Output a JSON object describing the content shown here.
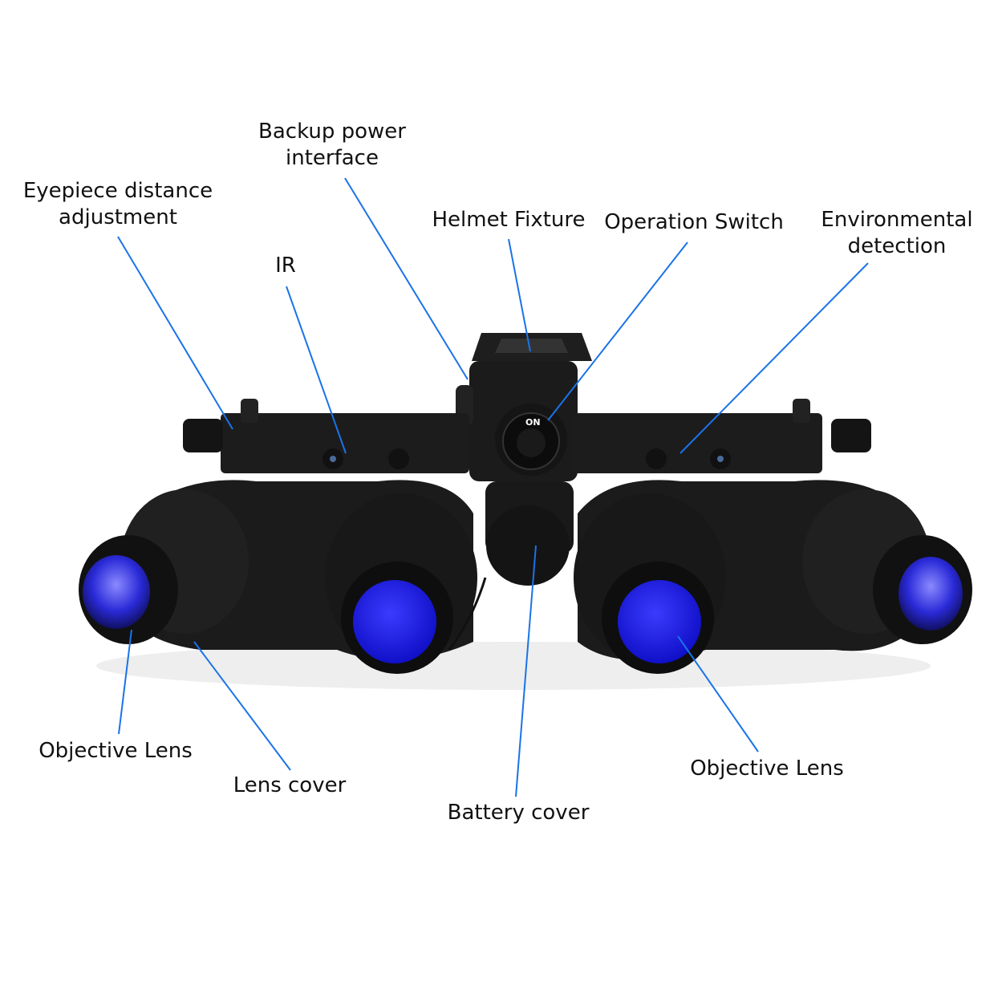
{
  "labels": {
    "backup_power": [
      "Backup power",
      "interface"
    ],
    "eyepiece": [
      "Eyepiece distance",
      "adjustment"
    ],
    "ir": "IR",
    "helmet_fixture": "Helmet Fixture",
    "operation_switch": "Operation Switch",
    "environmental": [
      "Environmental",
      "detection"
    ],
    "objective_lens_left": "Objective Lens",
    "lens_cover": "Lens cover",
    "battery_cover": "Battery cover",
    "objective_lens_right": "Objective Lens"
  },
  "device_markings": {
    "switch_on": "ON"
  },
  "colors": {
    "leader": "#1a73e8",
    "lens": "#1a1ae0",
    "body": "#1b1b1b"
  }
}
